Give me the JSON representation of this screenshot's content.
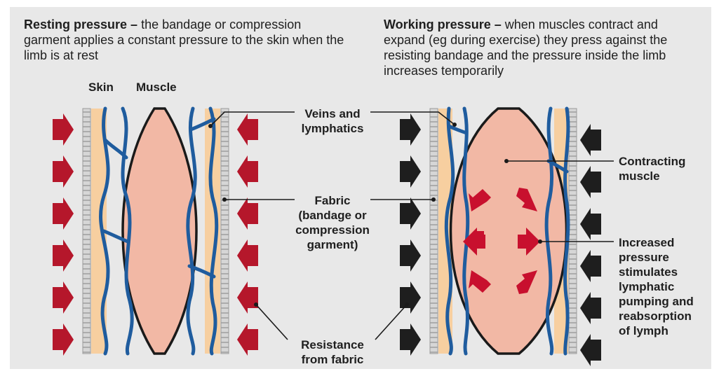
{
  "left_caption": {
    "heading": "Resting pressure –",
    "body": " the bandage or compression garment applies a constant pressure to the skin when the limb is at rest"
  },
  "right_caption": {
    "heading": "Working pressure –",
    "body": " when muscles contract and expand (eg during exercise) they press against the resisting bandage and the pressure inside the limb increases temporarily"
  },
  "labels": {
    "skin": "Skin",
    "muscle": "Muscle",
    "veins_lymphatics_1": "Veins and",
    "veins_lymphatics_2": "lymphatics",
    "fabric_1": "Fabric",
    "fabric_2": "(bandage or",
    "fabric_3": "compression",
    "fabric_4": "garment)",
    "resistance_1": "Resistance",
    "resistance_2": "from fabric",
    "contracting_1": "Contracting",
    "contracting_2": "muscle",
    "increased_1": "Increased",
    "increased_2": "pressure",
    "increased_3": "stimulates",
    "increased_4": "lymphatic",
    "increased_5": "pumping and",
    "increased_6": "reabsorption",
    "increased_7": "of lymph"
  },
  "colors": {
    "background": "#e8e8e8",
    "muscle": "#f2b8a5",
    "skin": "#f7cfa0",
    "vessel": "#1f5c9e",
    "fabric": "#c9c9c9",
    "pressure_arrow_resting": "#b5172b",
    "pressure_arrow_working": "#1e1e1e",
    "internal_arrow": "#c8102e"
  }
}
